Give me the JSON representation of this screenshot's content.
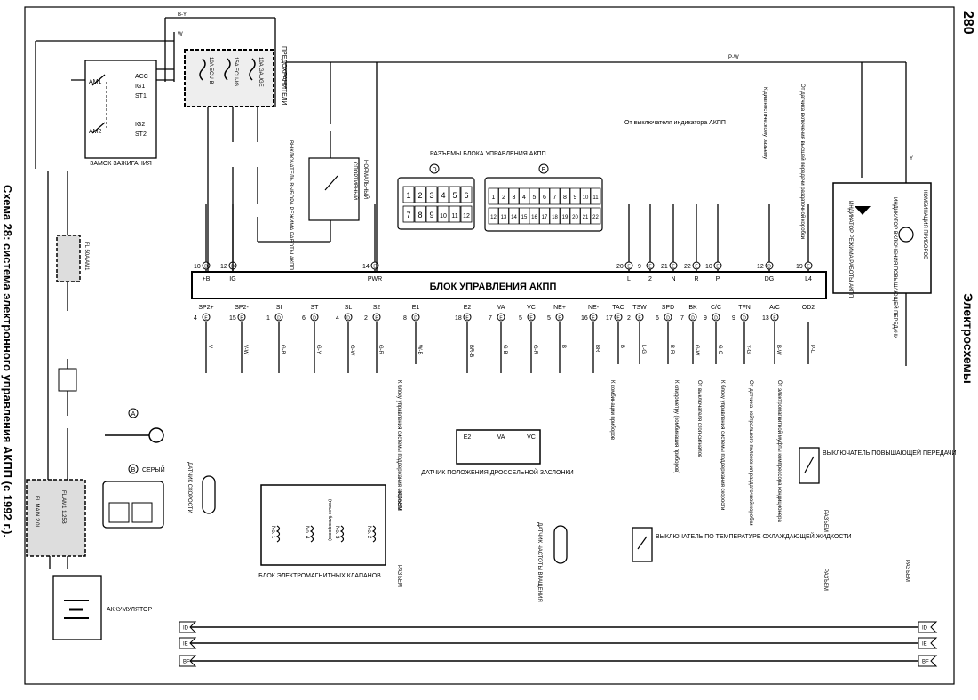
{
  "page": {
    "number": "280",
    "section": "Электросхемы",
    "caption": "Схема 28: система электронного управления АКПП (с 1992 г.)."
  },
  "ecu": {
    "title": "БЛОК УПРАВЛЕНИЯ АКПП",
    "top_pins": [
      {
        "pin": "10",
        "conn": "D",
        "label": "+B"
      },
      {
        "pin": "12",
        "conn": "D",
        "label": "IG"
      },
      {
        "pin": "14",
        "conn": "E",
        "label": "PWR"
      },
      {
        "pin": "20",
        "conn": "E",
        "label": "L"
      },
      {
        "pin": "9",
        "conn": "E",
        "label": "2"
      },
      {
        "pin": "21",
        "conn": "E",
        "label": "N"
      },
      {
        "pin": "22",
        "conn": "E",
        "label": "R"
      },
      {
        "pin": "10",
        "conn": "E",
        "label": "P"
      },
      {
        "pin": "12",
        "conn": "D",
        "label": "DG"
      },
      {
        "pin": "19",
        "conn": "E",
        "label": "L4"
      }
    ],
    "bottom_pins": [
      {
        "pin": "4",
        "conn": "E",
        "label": "SP2+",
        "wire": "V"
      },
      {
        "pin": "15",
        "conn": "E",
        "label": "SP2-",
        "wire": "V-W"
      },
      {
        "pin": "1",
        "conn": "D",
        "label": "SI",
        "wire": "G-B"
      },
      {
        "pin": "6",
        "conn": "D",
        "label": "ST",
        "wire": "G-Y"
      },
      {
        "pin": "4",
        "conn": "D",
        "label": "SL",
        "wire": "G-W"
      },
      {
        "pin": "2",
        "conn": "E",
        "label": "S2",
        "wire": "G-R"
      },
      {
        "pin": "8",
        "conn": "D",
        "label": "E1",
        "wire": "W-B"
      },
      {
        "pin": "18",
        "conn": "E",
        "label": "E2",
        "wire": "BR-B"
      },
      {
        "pin": "7",
        "conn": "E",
        "label": "VA",
        "wire": "G-B"
      },
      {
        "pin": "5",
        "conn": "E",
        "label": "VC",
        "wire": "G-R"
      },
      {
        "pin": "5",
        "conn": "E",
        "label": "NE+",
        "wire": "B"
      },
      {
        "pin": "16",
        "conn": "E",
        "label": "NE-",
        "wire": "BR"
      },
      {
        "pin": "17",
        "conn": "E",
        "label": "TAC",
        "wire": "B"
      },
      {
        "pin": "2",
        "conn": "E",
        "label": "TSW",
        "wire": "L-G"
      },
      {
        "pin": "6",
        "conn": "D",
        "label": "SPD",
        "wire": "B-R"
      },
      {
        "pin": "7",
        "conn": "D",
        "label": "BK",
        "wire": "G-W"
      },
      {
        "pin": "9",
        "conn": "D",
        "label": "C/C",
        "wire": "G-O"
      },
      {
        "pin": "9",
        "conn": "D",
        "label": "TFN",
        "wire": "Y-G"
      },
      {
        "pin": "13",
        "conn": "E",
        "label": "A/C",
        "wire": "B-W"
      },
      {
        "pin": "",
        "conn": "",
        "label": "OD2",
        "wire": "P-L"
      }
    ]
  },
  "ignition": {
    "title": "ЗАМОК ЗАЖИГАНИЯ",
    "terminals": [
      "AM1",
      "AM2",
      "ACC",
      "IG1",
      "ST1",
      "IG2",
      "ST2"
    ]
  },
  "fuse_box": {
    "fuses": [
      "10A ECU-B",
      "15A ECU-IG",
      "10A GAUGE"
    ],
    "label": "ПРЕДОХРАНИТЕЛИ"
  },
  "fusible_links": {
    "am1": "FL 50A AM1",
    "main": "FL MAIN 2.0L",
    "am1b": "FL AM1 1.25B"
  },
  "battery": "АККУМУЛЯТОР",
  "connectors_title": "РАЗЪЕМЫ БЛОКА УПРАВЛЕНИЯ АКПП",
  "connector_d": {
    "name": "D",
    "pins": [
      "1",
      "2",
      "3",
      "4",
      "5",
      "6",
      "7",
      "8",
      "9",
      "10",
      "11",
      "12"
    ]
  },
  "connector_e": {
    "name": "E",
    "pins": [
      "1",
      "2",
      "3",
      "4",
      "5",
      "6",
      "7",
      "8",
      "9",
      "10",
      "11",
      "12",
      "13",
      "14",
      "15",
      "16",
      "17",
      "18",
      "19",
      "20",
      "21",
      "22"
    ]
  },
  "mode_switch": {
    "label": "ВЫКЛЮЧАТЕЛЬ ВЫБОРА РЕЖИМА РАБОТЫ АКПП",
    "pos1": "НОРМАЛЬНЫЙ",
    "pos2": "СПОРТИВНЫЙ"
  },
  "indicator_switch": "От выключателя индикатора АКПП",
  "diag": "К диагностическому разъему",
  "od_signal": "От датчика включения высшей передачи раздаточной коробки",
  "combo": {
    "title": "КОМБИНАЦИЯ ПРИБОРОВ",
    "indicator1": "ИНДИКАТОР ВКЛЮЧЕНИЯ ПОВЫШАЮЩЕЙ ПЕРЕДАЧИ",
    "indicator2": "ИНДИКАТОР РЕЖИМА РАБОТЫ АКПП"
  },
  "speed_sensor": "ДАТЧИК СКОРОСТИ",
  "solenoids": {
    "title": "БЛОК ЭЛЕКТРОМАГНИТНЫХ КЛАПАНОВ",
    "items": [
      "No. 1",
      "No. 4",
      "No. 3",
      "No. 2"
    ],
    "note": "(только блокировка)"
  },
  "throttle": {
    "title": "ДАТЧИК ПОЛОЖЕНИЯ ДРОССЕЛЬНОЙ ЗАСЛОНКИ",
    "pins": [
      "E2",
      "VA",
      "VC"
    ]
  },
  "rpm_sensor": "ДАТЧИК ЧАСТОТЫ ВРАЩЕНИЯ",
  "coolant_switch": "ВЫКЛЮЧАТЕЛЬ ПО ТЕМПЕРАТУРЕ ОХЛАЖДАЮЩЕЙ ЖИДКОСТИ",
  "od_switch": "ВЫКЛЮЧАТЕЛЬ ПОВЫШАЮЩЕЙ ПЕРЕДАЧИ",
  "connector_word": "РАЗЪЕМ",
  "legend": {
    "a": "A",
    "b": "B",
    "b_label": "СЕРЫЙ"
  },
  "notes": {
    "to_speed_control": "К блоку управления системы поддержания скорости",
    "to_gauge": "К комбинации приборов",
    "to_speedo": "К спидометру (комбинация приборов)",
    "from_stop": "От выключателя стоп-сигналов",
    "to_cruise": "К блоку управления системы поддержания скорости",
    "from_transfer": "От датчика нейтрального положения раздаточной коробки",
    "from_ac": "От электромагнитной муфты компрессора кондиционера"
  },
  "ground_labels": [
    "ID",
    "IE",
    "BF"
  ],
  "wire_colors": {
    "top": "P-W",
    "by": "B-Y",
    "w": "W",
    "b": "B",
    "y": "Y",
    "pw": "P-W",
    "br": "B-R",
    "bw": "B-W"
  }
}
